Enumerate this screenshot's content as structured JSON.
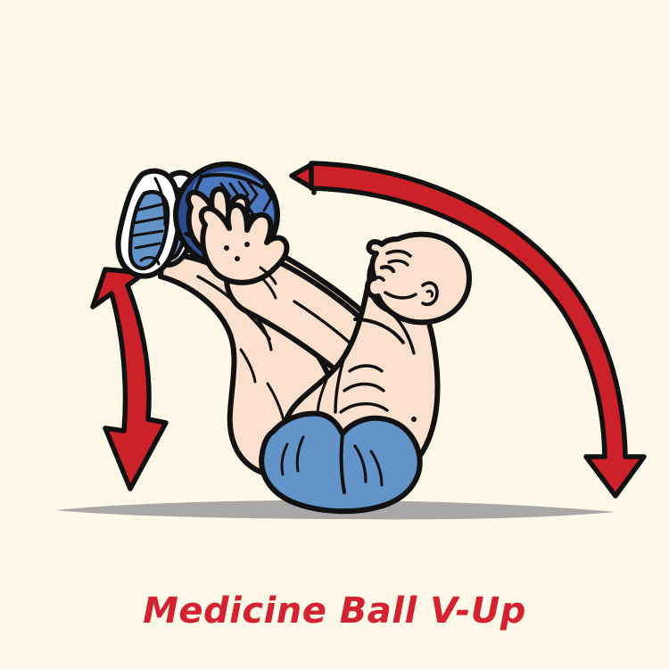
{
  "poster": {
    "title": "Medicine Ball V-Up",
    "background_color": "#FDF8E8",
    "title_color": "#D42231"
  },
  "illustration": {
    "alt_label": "medicine-ball-v-up-illustration",
    "subject": "exercise-figure",
    "palette": {
      "skin": "#FBE0CE",
      "skin_shadow": "#F6D2BA",
      "outline": "#111111",
      "shorts_blue": "#6293C9",
      "shorts_shadow": "#4F80B8",
      "ball_light_blue": "#4A79C0",
      "ball_dark_blue": "#2B4C8C",
      "shoe_blue": "#6293C9",
      "shoe_white": "#FFFFFF",
      "arrow_red": "#CC2128",
      "ground_shadow": "#9A9A9A"
    },
    "parts": [
      {
        "name": "head",
        "description": "bald head in left profile"
      },
      {
        "name": "torso",
        "description": "curved abdomen with ab creases"
      },
      {
        "name": "arms",
        "description": "both arms extended up-left holding ball"
      },
      {
        "name": "hands",
        "description": "spread fingers gripping medicine ball"
      },
      {
        "name": "legs",
        "description": "straight legs raised up-left"
      },
      {
        "name": "shoes",
        "description": "blue sneakers with white soles"
      },
      {
        "name": "shorts",
        "description": "blue athletic shorts"
      },
      {
        "name": "medicine-ball",
        "description": "blue paneled ball with laced seam"
      },
      {
        "name": "ground-shadow",
        "description": "horizontal gray floor shadow"
      }
    ],
    "arrows": [
      {
        "name": "vertical-double-arrow",
        "description": "curved double-headed arrow at left indicating leg raise range",
        "heads": 2,
        "direction": "up-down",
        "color": "#CC2128"
      },
      {
        "name": "torso-arc-arrow",
        "description": "large arc sweeping from lower right over the top to the left, showing torso crunch path",
        "heads": 2,
        "direction": "arc-left",
        "color": "#CC2128"
      }
    ]
  }
}
